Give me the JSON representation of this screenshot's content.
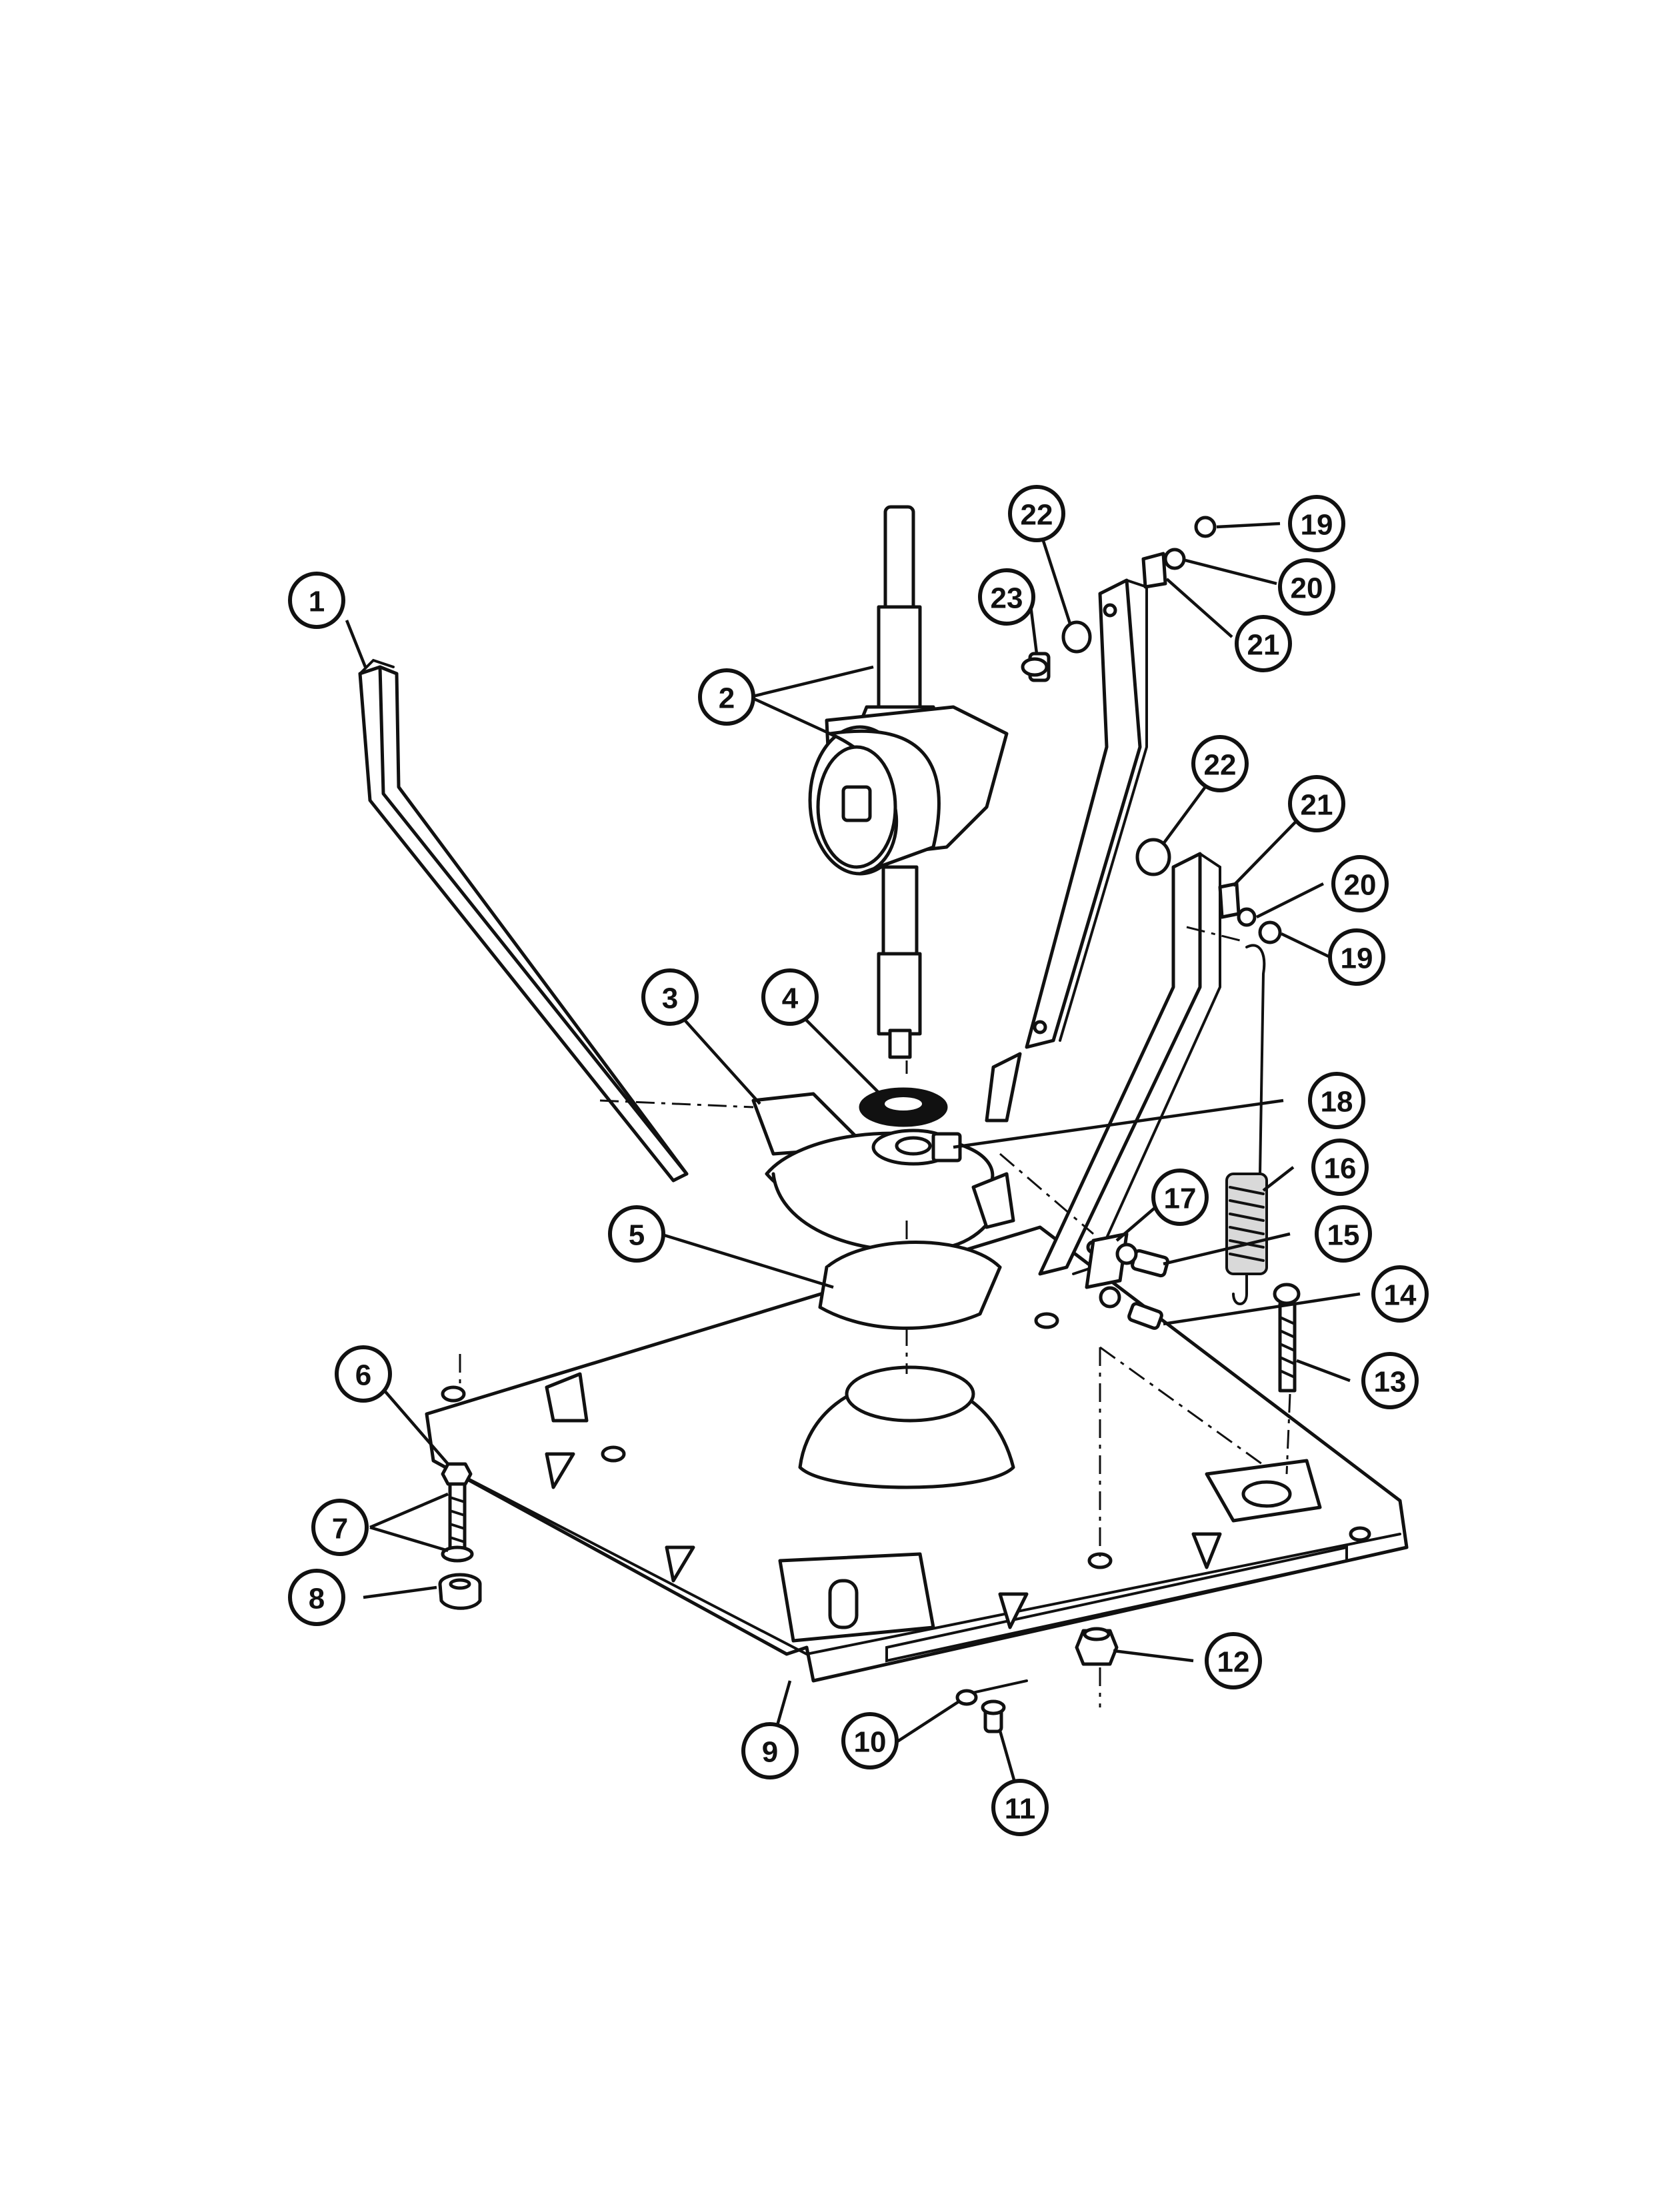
{
  "callouts": [
    {
      "id": "c1",
      "label": "1"
    },
    {
      "id": "c2",
      "label": "2"
    },
    {
      "id": "c3",
      "label": "3"
    },
    {
      "id": "c4",
      "label": "4"
    },
    {
      "id": "c5",
      "label": "5"
    },
    {
      "id": "c6",
      "label": "6"
    },
    {
      "id": "c7",
      "label": "7"
    },
    {
      "id": "c8",
      "label": "8"
    },
    {
      "id": "c9",
      "label": "9"
    },
    {
      "id": "c10",
      "label": "10"
    },
    {
      "id": "c11",
      "label": "11"
    },
    {
      "id": "c12",
      "label": "12"
    },
    {
      "id": "c13",
      "label": "13"
    },
    {
      "id": "c14",
      "label": "14"
    },
    {
      "id": "c15",
      "label": "15"
    },
    {
      "id": "c16",
      "label": "16"
    },
    {
      "id": "c17",
      "label": "17"
    },
    {
      "id": "c18",
      "label": "18"
    },
    {
      "id": "c19a",
      "label": "19"
    },
    {
      "id": "c20a",
      "label": "20"
    },
    {
      "id": "c21a",
      "label": "21"
    },
    {
      "id": "c22a",
      "label": "22"
    },
    {
      "id": "c23",
      "label": "23"
    },
    {
      "id": "c22b",
      "label": "22"
    },
    {
      "id": "c21b",
      "label": "21"
    },
    {
      "id": "c20b",
      "label": "20"
    },
    {
      "id": "c19b",
      "label": "19"
    }
  ]
}
